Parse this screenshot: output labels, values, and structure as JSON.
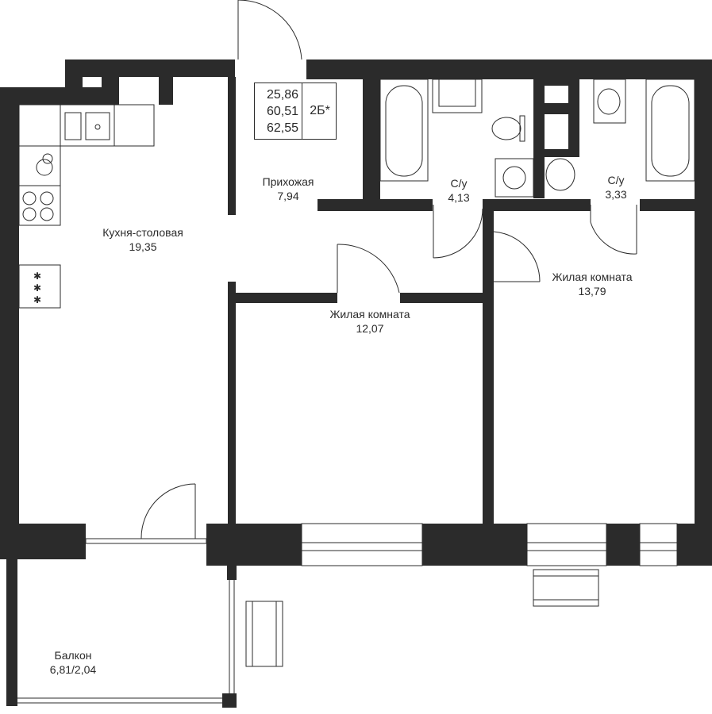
{
  "summary": {
    "living_area": "25,86",
    "total_area": "60,51",
    "total_with_balcony": "62,55",
    "apartment_type": "2Б*"
  },
  "rooms": {
    "hallway": {
      "name": "Прихожая",
      "area": "7,94"
    },
    "kitchen": {
      "name": "Кухня-столовая",
      "area": "19,35"
    },
    "bathroom_1": {
      "name": "С/у",
      "area": "4,13"
    },
    "bathroom_2": {
      "name": "С/у",
      "area": "3,33"
    },
    "living_room_1": {
      "name": "Жилая комната",
      "area": "12,07"
    },
    "living_room_2": {
      "name": "Жилая комната",
      "area": "13,79"
    },
    "balcony": {
      "name": "Балкон",
      "area": "6,81/2,04"
    }
  },
  "colors": {
    "wall": "#2b2b2b",
    "line": "#2b2b2b",
    "background": "#ffffff"
  }
}
